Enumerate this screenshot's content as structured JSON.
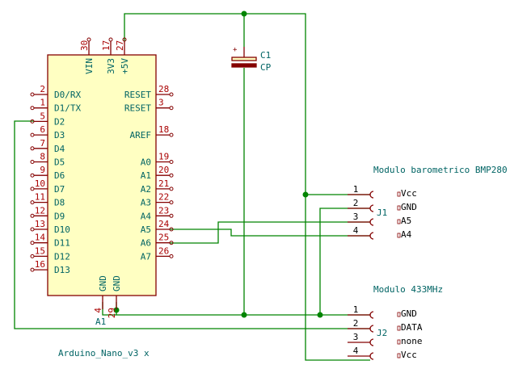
{
  "colors": {
    "wire": "#008400",
    "component_outline": "#840000",
    "component_fill": "#ffffc2",
    "text": "#006464",
    "pin_number": "#a90000",
    "junction": "#008400",
    "capacitor_body": "#840000"
  },
  "arduino": {
    "ref": "A1",
    "value": "Arduino_Nano_v3",
    "value_suffix": "x",
    "left_pins": [
      {
        "num": "2",
        "name": "D0/RX"
      },
      {
        "num": "1",
        "name": "D1/TX"
      },
      {
        "num": "5",
        "name": "D2"
      },
      {
        "num": "6",
        "name": "D3"
      },
      {
        "num": "7",
        "name": "D4"
      },
      {
        "num": "8",
        "name": "D5"
      },
      {
        "num": "9",
        "name": "D6"
      },
      {
        "num": "10",
        "name": "D7"
      },
      {
        "num": "11",
        "name": "D8"
      },
      {
        "num": "12",
        "name": "D9"
      },
      {
        "num": "13",
        "name": "D10"
      },
      {
        "num": "14",
        "name": "D11"
      },
      {
        "num": "15",
        "name": "D12"
      },
      {
        "num": "16",
        "name": "D13"
      }
    ],
    "right_pins": [
      {
        "num": "28",
        "name": "RESET"
      },
      {
        "num": "3",
        "name": "RESET"
      },
      {
        "num": "",
        "name": ""
      },
      {
        "num": "18",
        "name": "AREF"
      },
      {
        "num": "",
        "name": ""
      },
      {
        "num": "19",
        "name": "A0"
      },
      {
        "num": "20",
        "name": "A1"
      },
      {
        "num": "21",
        "name": "A2"
      },
      {
        "num": "22",
        "name": "A3"
      },
      {
        "num": "23",
        "name": "A4"
      },
      {
        "num": "24",
        "name": "A5"
      },
      {
        "num": "25",
        "name": "A6"
      },
      {
        "num": "26",
        "name": "A7"
      }
    ],
    "top_pins": [
      {
        "num": "30",
        "name": "VIN"
      },
      {
        "num": "17",
        "name": "3V3"
      },
      {
        "num": "27",
        "name": "+5V"
      }
    ],
    "bottom_pins": [
      {
        "num": "4",
        "name": "GND"
      },
      {
        "num": "29",
        "name": "GND"
      }
    ]
  },
  "capacitor": {
    "ref": "C1",
    "value": "CP",
    "polarity": "+"
  },
  "j1": {
    "ref": "J1",
    "title": "Modulo barometrico BMP280",
    "pins": [
      {
        "num": "1",
        "label": "Vcc"
      },
      {
        "num": "2",
        "label": "GND"
      },
      {
        "num": "3",
        "label": "A5"
      },
      {
        "num": "4",
        "label": "A4"
      }
    ]
  },
  "j2": {
    "ref": "J2",
    "title": "Modulo 433MHz",
    "pins": [
      {
        "num": "1",
        "label": "GND"
      },
      {
        "num": "2",
        "label": "DATA"
      },
      {
        "num": "3",
        "label": "none"
      },
      {
        "num": "4",
        "label": "Vcc"
      }
    ]
  }
}
